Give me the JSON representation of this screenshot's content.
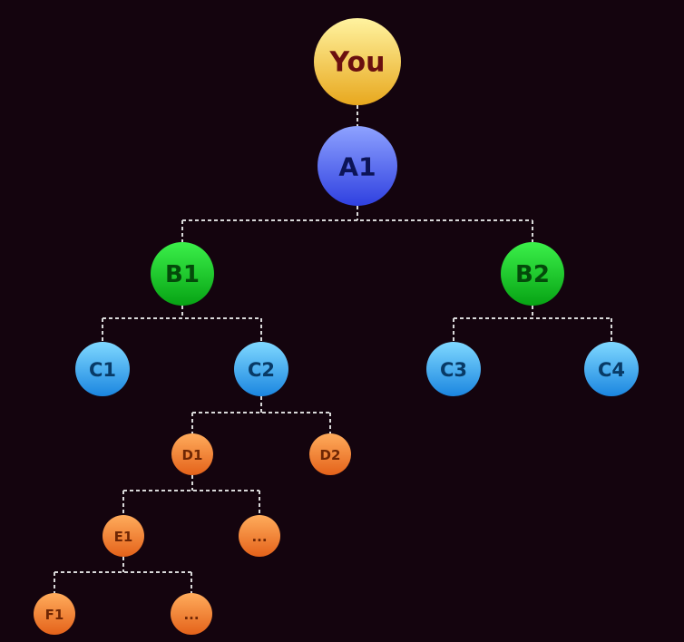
{
  "diagram": {
    "nodes": [
      {
        "id": "you",
        "label": "You",
        "color": "gold"
      },
      {
        "id": "a1",
        "label": "A1",
        "color": "blue"
      },
      {
        "id": "b1",
        "label": "B1",
        "color": "green"
      },
      {
        "id": "b2",
        "label": "B2",
        "color": "green"
      },
      {
        "id": "c1",
        "label": "C1",
        "color": "cyan"
      },
      {
        "id": "c2",
        "label": "C2",
        "color": "cyan"
      },
      {
        "id": "c3",
        "label": "C3",
        "color": "cyan"
      },
      {
        "id": "c4",
        "label": "C4",
        "color": "cyan"
      },
      {
        "id": "d1",
        "label": "D1",
        "color": "orange"
      },
      {
        "id": "d2",
        "label": "D2",
        "color": "orange"
      },
      {
        "id": "e1",
        "label": "E1",
        "color": "orange"
      },
      {
        "id": "e2",
        "label": "...",
        "color": "orange"
      },
      {
        "id": "f1",
        "label": "F1",
        "color": "orange"
      },
      {
        "id": "f2",
        "label": "...",
        "color": "orange"
      }
    ],
    "edges": [
      {
        "from": "you",
        "to": [
          "a1"
        ]
      },
      {
        "from": "a1",
        "to": [
          "b1",
          "b2"
        ]
      },
      {
        "from": "b1",
        "to": [
          "c1",
          "c2"
        ]
      },
      {
        "from": "b2",
        "to": [
          "c3",
          "c4"
        ]
      },
      {
        "from": "c2",
        "to": [
          "d1",
          "d2"
        ]
      },
      {
        "from": "d1",
        "to": [
          "e1",
          "e2"
        ]
      },
      {
        "from": "e1",
        "to": [
          "f1",
          "f2"
        ]
      }
    ]
  },
  "colors": {
    "background": "#14040e",
    "connector": "#d9d9d9",
    "gold": {
      "light": "#fff3a0",
      "dark": "#e8a81e",
      "text": "#6a0f0f"
    },
    "blue": {
      "light": "#8ea2ff",
      "dark": "#2f40e0",
      "text": "#0c1456"
    },
    "green": {
      "light": "#3bf04a",
      "dark": "#07a314",
      "text": "#044a0a"
    },
    "cyan": {
      "light": "#7fd8ff",
      "dark": "#1b86e0",
      "text": "#083a66"
    },
    "orange": {
      "light": "#ffac5c",
      "dark": "#e4621a",
      "text": "#6e2604"
    }
  }
}
